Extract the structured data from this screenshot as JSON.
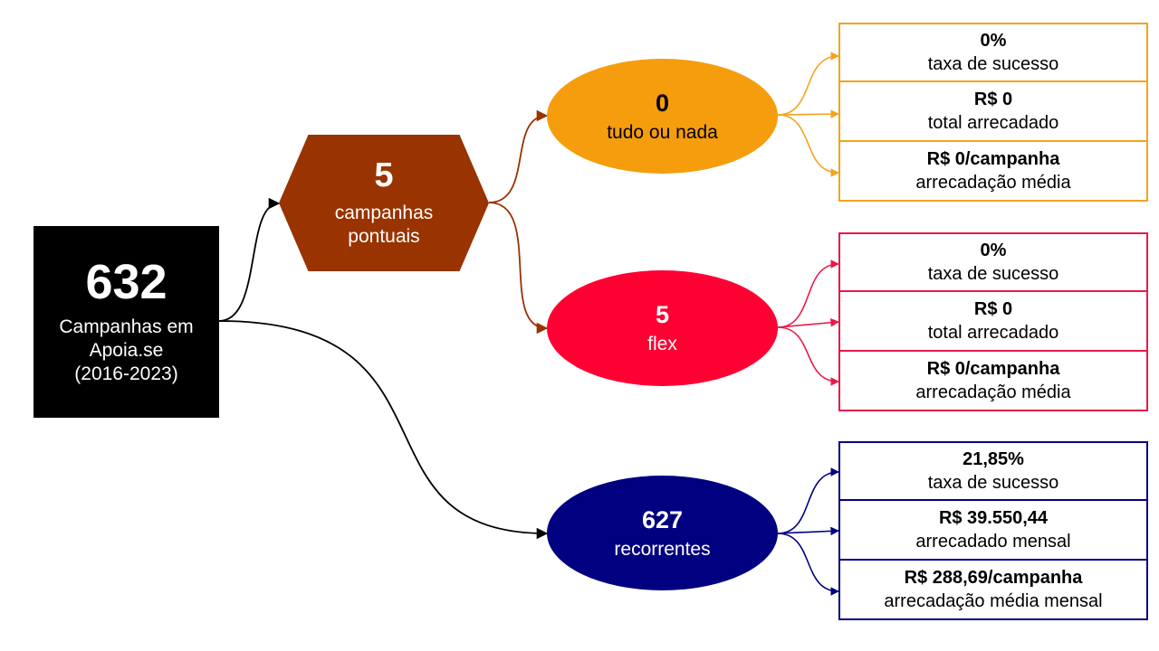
{
  "colors": {
    "root": "#000000",
    "pontuais": "#993300",
    "tudo_ou_nada": "#f59d0c",
    "flex": "#ff0033",
    "recorrentes": "#000080"
  },
  "root": {
    "value": "632",
    "label": "Campanhas em\nApoia.se\n(2016-2023)"
  },
  "pontuais": {
    "value": "5",
    "label": "campanhas\npontuais"
  },
  "tudo_ou_nada": {
    "value": "0",
    "label": "tudo ou nada",
    "stats": [
      {
        "value": "0%",
        "desc": "taxa de sucesso"
      },
      {
        "value": "R$ 0",
        "desc": "total arrecadado"
      },
      {
        "value": "R$ 0/campanha",
        "desc": "arrecadação média"
      }
    ]
  },
  "flex": {
    "value": "5",
    "label": "flex",
    "stats": [
      {
        "value": "0%",
        "desc": "taxa de sucesso"
      },
      {
        "value": "R$ 0",
        "desc": "total arrecadado"
      },
      {
        "value": "R$ 0/campanha",
        "desc": "arrecadação média"
      }
    ]
  },
  "recorrentes": {
    "value": "627",
    "label": "recorrentes",
    "stats": [
      {
        "value": "21,85%",
        "desc": "taxa de sucesso"
      },
      {
        "value": "R$ 39.550,44",
        "desc": "arrecadado mensal"
      },
      {
        "value": "R$ 288,69/campanha",
        "desc": "arrecadação média mensal"
      }
    ]
  }
}
